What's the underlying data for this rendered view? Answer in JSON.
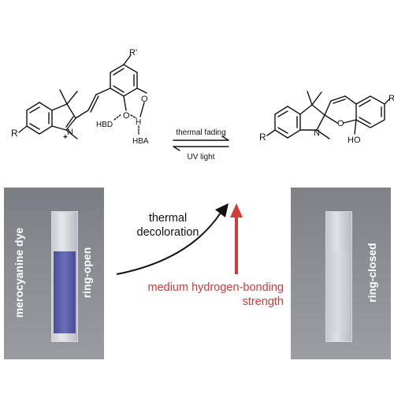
{
  "scheme": {
    "left_molecule": {
      "substituent_r": "R",
      "substituent_r_prime": "R'",
      "oxygen_label": "O",
      "hbd_label": "HBD",
      "hba_label": "HBA",
      "hydrogen_label": "H",
      "nitrogen_label": "N",
      "charge_label": "+"
    },
    "right_molecule": {
      "substituent_r": "R",
      "substituent_r_prime": "R'",
      "nitrogen_label": "N",
      "oxygen_label": "O",
      "hydroxyl_label": "HO"
    },
    "forward_arrow_label": "thermal fading",
    "reverse_arrow_label": "UV light"
  },
  "left_photo": {
    "label_outer": "merocyanine dye",
    "label_inner": "ring-open",
    "cuvette_color": "#5b5fa8"
  },
  "right_photo": {
    "label": "ring-closed",
    "cuvette_color": "#d6d8de"
  },
  "middle": {
    "thermal_text_line1": "thermal",
    "thermal_text_line2": "decoloration",
    "hbond_text_line1": "medium hydrogen-bonding",
    "hbond_text_line2": "strength",
    "hbond_color": "#d43a3a"
  }
}
